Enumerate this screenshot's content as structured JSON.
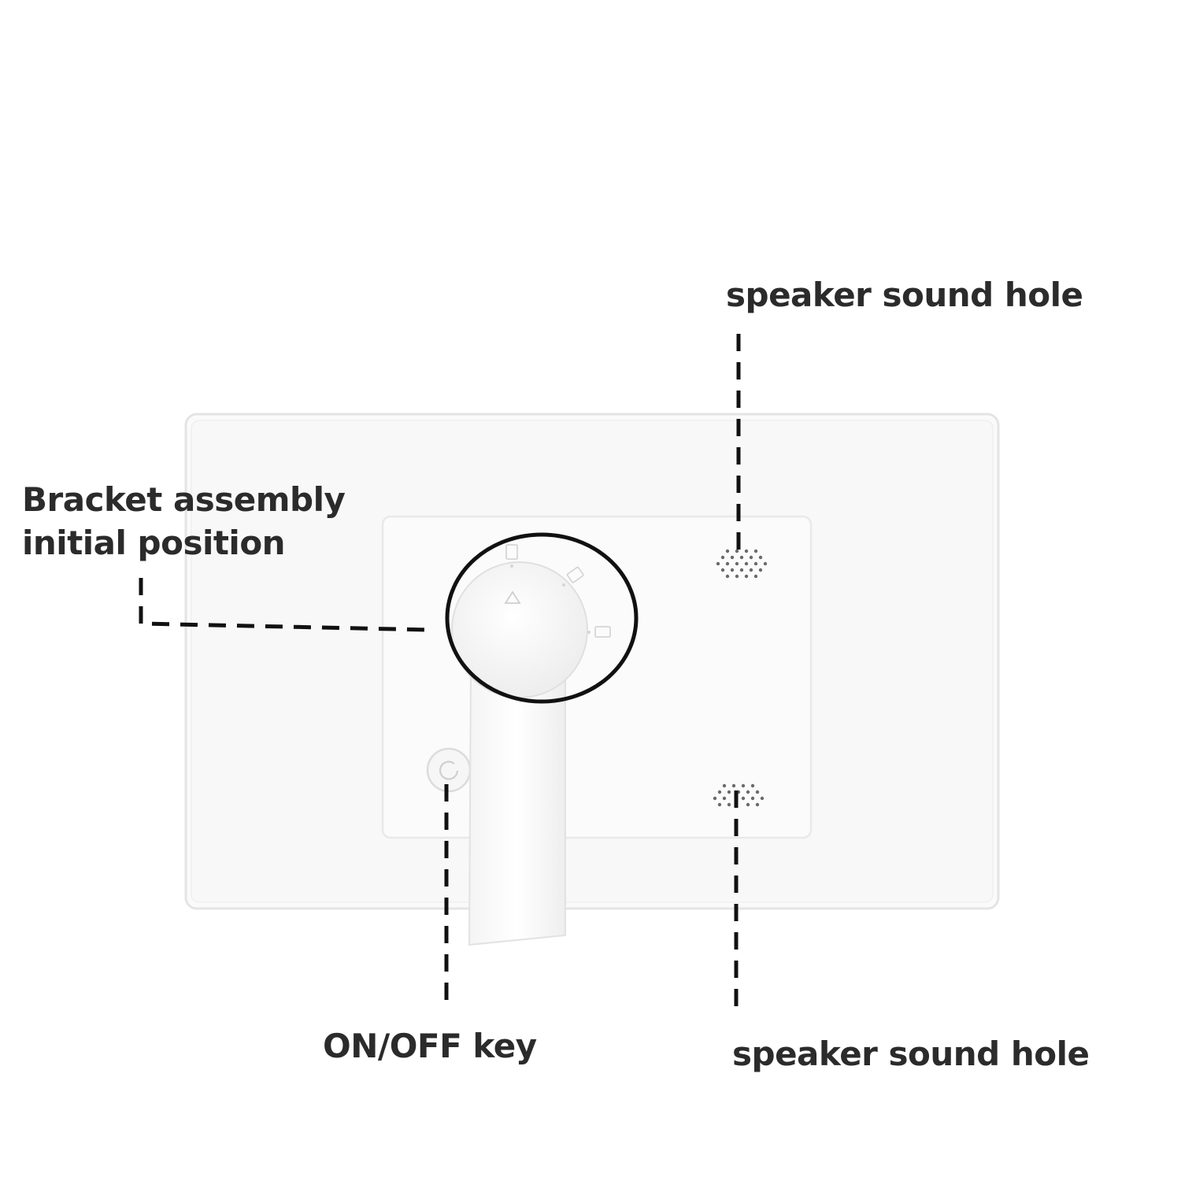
{
  "callouts": {
    "top_speaker": "speaker sound hole",
    "bracket_line1": "Bracket assembly",
    "bracket_line2": "initial position",
    "on_off": "ON/OFF key",
    "bottom_speaker": "speaker sound hole"
  },
  "icons": {
    "speaker_holes": "speaker-grille-icon",
    "power": "power-icon",
    "orientation_marks": [
      "portrait-icon",
      "tilt-icon",
      "landscape-icon"
    ],
    "rotation_pointer": "triangle-pointer-icon"
  },
  "colors": {
    "background": "#ffffff",
    "device_body": "#f9f9f9",
    "device_edge": "#e6e6e6",
    "leader_line": "#111111",
    "text": "#2b2b2b"
  }
}
